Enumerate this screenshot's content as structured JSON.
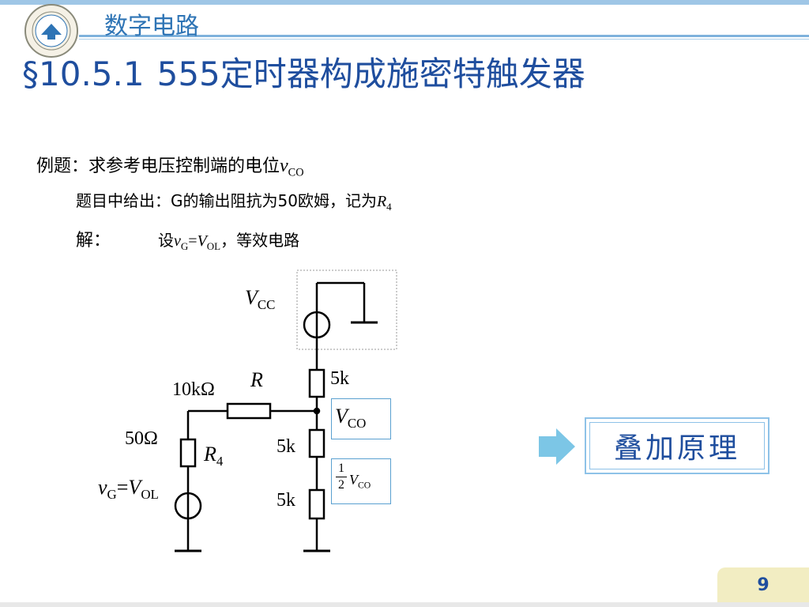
{
  "header": {
    "course_title": "数字电路",
    "section_number": "§10.5.1",
    "section_title": "555定时器构成施密特触发器"
  },
  "content": {
    "example_prefix": "例题：求参考电压控制端的电位",
    "example_var": "v",
    "example_sub": "CO",
    "given_prefix": "题目中给出：G的输出阻抗为50欧姆，记为",
    "given_var": "R",
    "given_sub": "4",
    "solution_label": "解：",
    "solution_prefix": "设",
    "solution_v": "v",
    "solution_sub_g": "G",
    "solution_eq": "=",
    "solution_V": "V",
    "solution_sub_ol": "OL",
    "solution_suffix": "，等效电路"
  },
  "circuit": {
    "vcc_V": "V",
    "vcc_sub": "CC",
    "r_label": "R",
    "r_value": "10kΩ",
    "r_top_value": "5k",
    "r_mid_value": "5k",
    "r_bot_value": "5k",
    "r4_value": "50Ω",
    "r4_R": "R",
    "r4_sub": "4",
    "vco_V": "V",
    "vco_sub": "CO",
    "half_num": "1",
    "half_den": "2",
    "half_V": "V",
    "half_sub": "CO",
    "src_v": "v",
    "src_sub_g": "G",
    "src_eq": "=",
    "src_V": "V",
    "src_sub_ol": "OL"
  },
  "callout": {
    "label": "叠加原理"
  },
  "footer": {
    "page_number": "9"
  },
  "colors": {
    "accent": "#1f4e9e",
    "title_blue": "#2e74b5",
    "box_border": "#5aa0d0",
    "arrow": "#7cc6e6"
  }
}
